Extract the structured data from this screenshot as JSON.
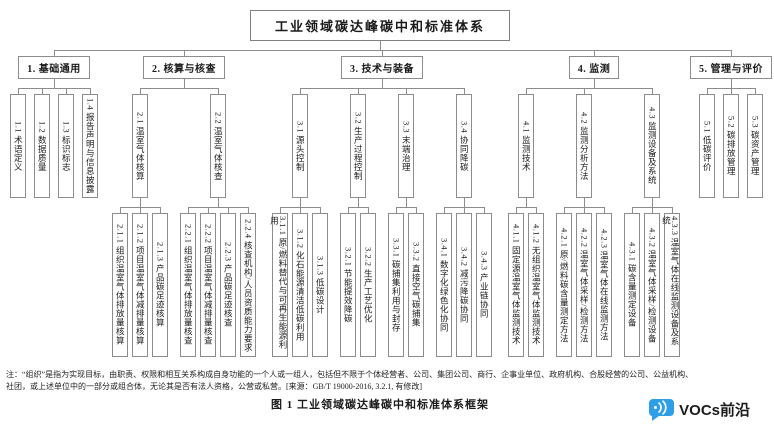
{
  "tree": {
    "label": "工业领域碳达峰碳中和标准体系",
    "children": [
      {
        "label": "1. 基础通用",
        "children": [
          {
            "label": "1.1 术语定义"
          },
          {
            "label": "1.2 数据质量"
          },
          {
            "label": "1.3 标识标志"
          },
          {
            "label": "1.4 报告声明与信息披露"
          }
        ]
      },
      {
        "label": "2. 核算与核查",
        "children": [
          {
            "label": "2.1 温室气体核算",
            "children": [
              {
                "label": "2.1.1 组织温室气体排放量核算"
              },
              {
                "label": "2.1.2 项目温室气体减排量核算"
              },
              {
                "label": "2.1.3 产品碳足迹核算"
              }
            ]
          },
          {
            "label": "2.2 温室气体核查",
            "children": [
              {
                "label": "2.2.1 组织温室气体排放量核查"
              },
              {
                "label": "2.2.2 项目温室气体减排量核查"
              },
              {
                "label": "2.2.3 产品碳足迹核查"
              },
              {
                "label": "2.2.4 核查机构/人员资质能力要求"
              }
            ]
          }
        ]
      },
      {
        "label": "3. 技术与装备",
        "children": [
          {
            "label": "3.1 源头控制",
            "children": [
              {
                "label": "3.1.1 原/燃料替代与可再生能源利用"
              },
              {
                "label": "3.1.2 化石能源清洁低碳利用"
              },
              {
                "label": "3.1.3 低碳设计"
              }
            ]
          },
          {
            "label": "3.2 生产过程控制",
            "children": [
              {
                "label": "3.2.1 节能提效降碳"
              },
              {
                "label": "3.2.2 生产工艺优化"
              }
            ]
          },
          {
            "label": "3.3 末端治理",
            "children": [
              {
                "label": "3.3.1 碳捕集利用与封存"
              },
              {
                "label": "3.3.2 直接空气碳捕集"
              }
            ]
          },
          {
            "label": "3.4 协同降碳",
            "children": [
              {
                "label": "3.4.1 数字化绿色化协同"
              },
              {
                "label": "3.4.2 减污降碳协同"
              },
              {
                "label": "3.4.3 产业链协同"
              }
            ]
          }
        ]
      },
      {
        "label": "4. 监测",
        "children": [
          {
            "label": "4.1 监测技术",
            "children": [
              {
                "label": "4.1.1 固定源温室气体监测技术"
              },
              {
                "label": "4.1.2 无组织温室气体监测技术"
              }
            ]
          },
          {
            "label": "4.2 监测分析方法",
            "children": [
              {
                "label": "4.2.1 原/燃料碳含量测定方法"
              },
              {
                "label": "4.2.2 温室气体采样/检测方法"
              },
              {
                "label": "4.2.3 温室气体在线监测方法"
              }
            ]
          },
          {
            "label": "4.3 监测设备及系统",
            "children": [
              {
                "label": "4.3.1 碳含量测定设备"
              },
              {
                "label": "4.3.2 温室气体采样/检测设备"
              },
              {
                "label": "4.3.3 温室气体在线监测设备及系统"
              }
            ]
          }
        ]
      },
      {
        "label": "5. 管理与评价",
        "children": [
          {
            "label": "5.1 低碳评价"
          },
          {
            "label": "5.2 碳排放管理"
          },
          {
            "label": "5.3 碳资产管理"
          }
        ]
      }
    ]
  },
  "note": {
    "line1": "注：“组织”是指为实现目标，由职责、权限和相互关系构成自身功能的一个人或一组人，包括但不限于个体经营者、公司、集团公司、商行、企事业单位、政府机构、合股经营的公司、公益机构、",
    "line2": "社团，或上述单位中的一部分或组合体，无论其是否有法人资格，公营或私营。[来源：GB/T 19000-2016, 3.2.1, 有修改]"
  },
  "caption": "图 1  工业领域碳达峰碳中和标准体系框架",
  "logo": {
    "text": "VOCs前沿",
    "bubble_color": "#2e9fe6"
  },
  "colors": {
    "box_border": "#8c8c8c",
    "connector": "#8c8c8c"
  }
}
